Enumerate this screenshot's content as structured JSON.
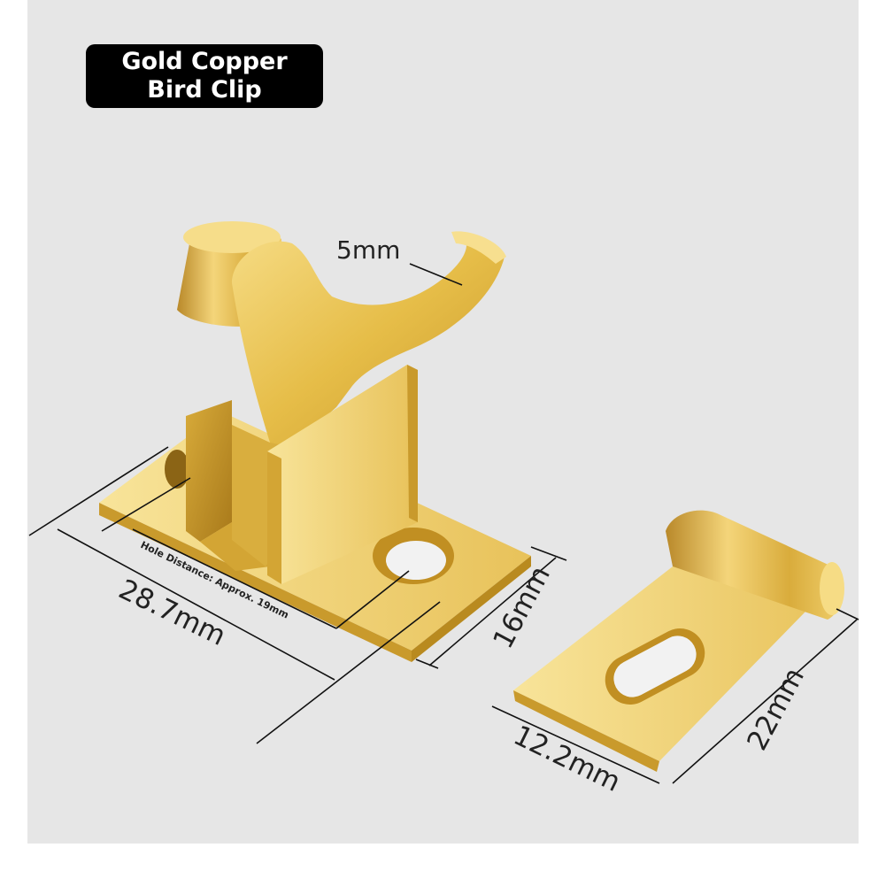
{
  "title": "Gold Copper Bird Clip",
  "dimensions": {
    "thickness": "5mm",
    "hole_distance": "Hole Distance: Approx. 19mm",
    "base_length": "28.7mm",
    "base_width": "16mm",
    "strike_width": "12.2mm",
    "strike_length": "22mm"
  },
  "colors": {
    "background": "#e6e6e6",
    "brass_light": "#f3d77a",
    "brass_mid": "#e2b83f",
    "brass_dark": "#b98a1f"
  }
}
